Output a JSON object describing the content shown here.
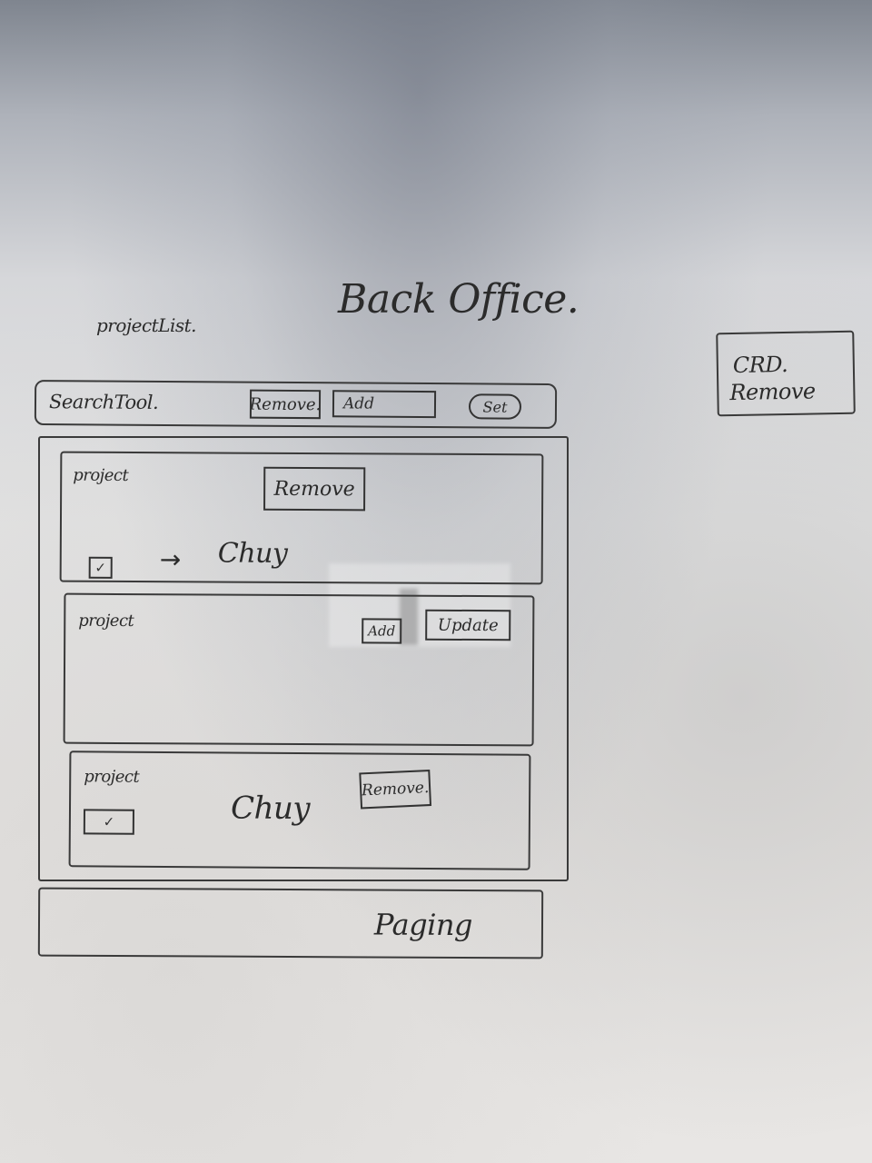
{
  "board": {
    "title": "Back Office.",
    "page_label": "projectList.",
    "side_note": {
      "line1": "CRD.",
      "line2": "Remove"
    }
  },
  "toolbar": {
    "search_label": "SearchTool.",
    "remove_label": "Remove.",
    "add_label": "Add",
    "set_label": "Set"
  },
  "projects": [
    {
      "label": "project",
      "button_label": "Remove",
      "checkbox_mark": "✓",
      "arrow": "→",
      "note": "Chuy"
    },
    {
      "label": "project",
      "add_label": "Add",
      "update_label": "Update"
    },
    {
      "label": "project",
      "button_label": "Remove.",
      "checkbox_mark": "✓",
      "note": "Chuy"
    }
  ],
  "paging": {
    "label": "Paging"
  }
}
